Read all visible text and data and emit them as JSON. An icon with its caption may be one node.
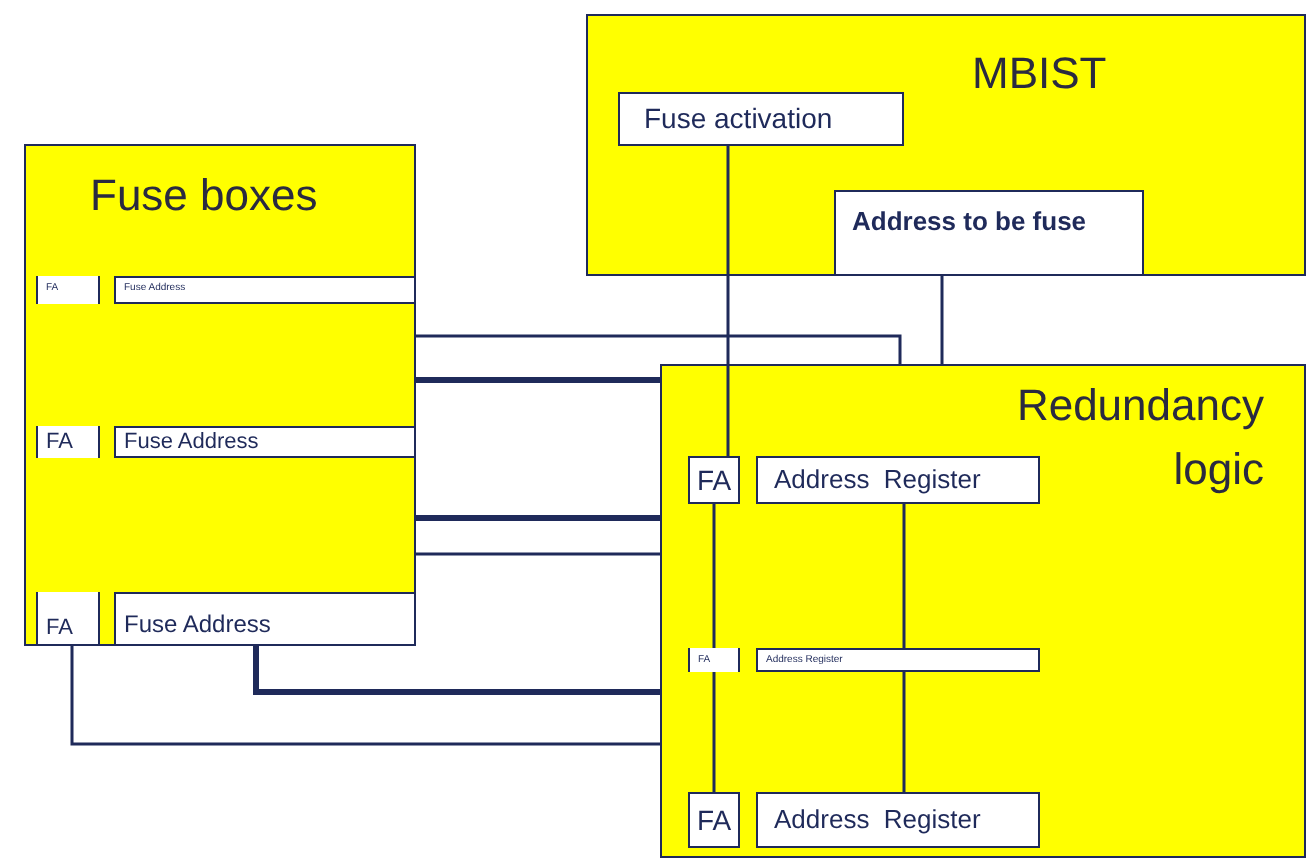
{
  "diagram": {
    "nodes": [
      {
        "text": [
          "Fuse  boxes"
        ]
      },
      {
        "text": [
          "FA"
        ],
        "in": 0
      },
      {
        "text": [
          "Fuse Address"
        ],
        "in": 0
      },
      {
        "text": [
          "FA"
        ],
        "in": 0
      },
      {
        "text": [
          "Fuse Address"
        ],
        "in": 0
      },
      {
        "text": [
          "FA"
        ],
        "in": 0
      },
      {
        "text": [
          "Fuse Address"
        ],
        "in": 0
      },
      {
        "text": [
          "MBIST"
        ]
      },
      {
        "text": [
          "Fuse activation"
        ],
        "in": 7
      },
      {
        "text": [
          "Address to be fuse"
        ],
        "in": 7
      },
      {
        "text": [
          "Redundancy logic"
        ]
      },
      {
        "text": [
          "FA"
        ],
        "in": 10
      },
      {
        "text": [
          "Address  Register"
        ],
        "in": 10
      },
      {
        "text": [
          "FA"
        ],
        "in": 10
      },
      {
        "text": [
          "Address  Register"
        ],
        "in": 10
      },
      {
        "text": [
          "FA"
        ],
        "in": 10
      },
      {
        "text": [
          "Address  Register"
        ],
        "in": 10
      }
    ],
    "edges": [
      {
        "from": 0,
        "to": 10,
        "arrow": "none"
      },
      {
        "from": 0,
        "to": 10,
        "arrow": "none",
        "style": "thick"
      },
      {
        "from": 0,
        "to": 10,
        "arrow": "none",
        "style": "thick"
      },
      {
        "from": 0,
        "to": 10,
        "arrow": "none"
      },
      {
        "from": 6,
        "to": 10,
        "arrow": "none",
        "style": "thick"
      },
      {
        "from": 5,
        "to": 10,
        "arrow": "none"
      },
      {
        "from": 8,
        "to": 11,
        "arrow": "none"
      },
      {
        "from": 9,
        "to": 10,
        "arrow": "none"
      },
      {
        "from": 11,
        "to": 13,
        "arrow": "none"
      },
      {
        "from": 13,
        "to": 15,
        "arrow": "none"
      },
      {
        "from": 12,
        "to": 14,
        "arrow": "none"
      },
      {
        "from": 14,
        "to": 16,
        "arrow": "none"
      }
    ]
  }
}
